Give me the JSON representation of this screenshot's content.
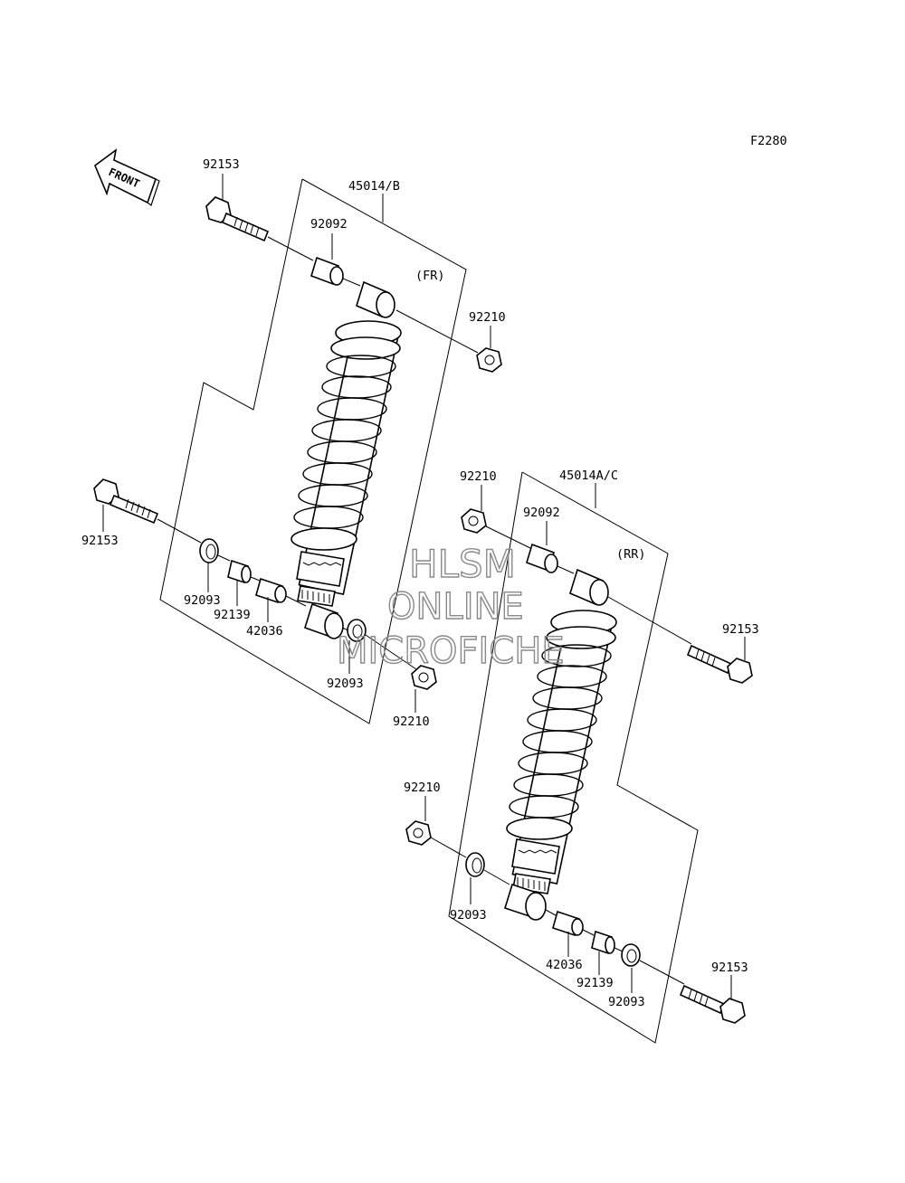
{
  "figure_code": "F2280",
  "front_arrow_label": "FRONT",
  "front_assembly": {
    "assembly_label": "45014/B",
    "position_label": "(FR)",
    "parts": {
      "top_bolt": "92153",
      "top_collar": "92092",
      "top_nut": "92210",
      "bottom_bolt": "92153",
      "bottom_seal_left": "92093",
      "bottom_bushing": "92139",
      "bottom_collar": "42036",
      "bottom_seal_right": "92093",
      "bottom_nut": "92210"
    }
  },
  "rear_assembly": {
    "assembly_label": "45014A/C",
    "position_label": "(RR)",
    "parts": {
      "top_nut": "92210",
      "top_collar": "92092",
      "top_bolt": "92153",
      "bottom_nut": "92210",
      "bottom_seal_left": "92093",
      "bottom_collar": "42036",
      "bottom_bushing": "92139",
      "bottom_seal_right": "92093",
      "bottom_bolt": "92153"
    }
  },
  "watermark": {
    "line1": "HLSM",
    "line2": "ONLINE",
    "line3": "MICROFICHE"
  }
}
